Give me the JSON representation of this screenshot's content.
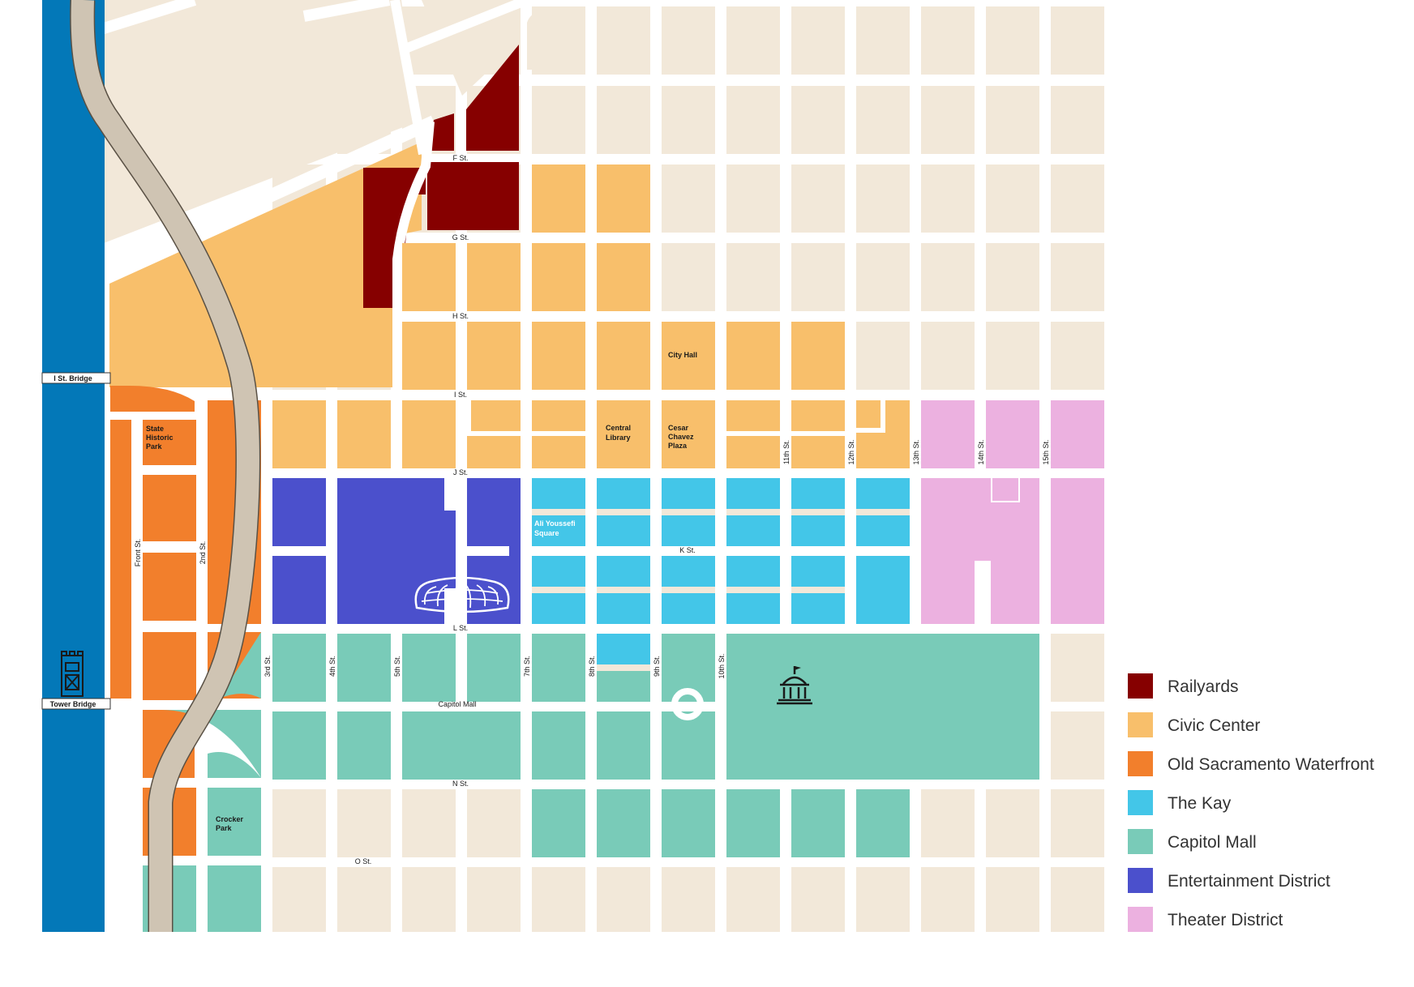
{
  "colors": {
    "background": "#ffffff",
    "block": "#f2e8d9",
    "river": "#0378b8",
    "freeway": "#cfc4b3",
    "railyards": "#860000",
    "civic_center": "#f8bf6b",
    "old_sacramento": "#f27f2c",
    "the_kay": "#43c6e8",
    "capitol_mall": "#79cbb8",
    "entertainment": "#4b50cc",
    "theater": "#ecb1e0",
    "icon": "#1a1a1a"
  },
  "streets": {
    "f": "F St.",
    "g": "G St.",
    "h": "H St.",
    "i": "I St.",
    "j": "J St.",
    "k": "K St.",
    "l": "L St.",
    "capitol_mall": "Capitol Mall",
    "n": "N St.",
    "o": "O St.",
    "front": "Front St.",
    "s2": "2nd St.",
    "s3": "3rd St.",
    "s4": "4th St.",
    "s5": "5th St.",
    "s7": "7th St.",
    "s8": "8th St.",
    "s9": "9th St.",
    "s10": "10th St.",
    "s11": "11th St.",
    "s12": "12th St.",
    "s13": "13th St.",
    "s14": "14th St.",
    "s15": "15th St."
  },
  "bridges": {
    "i_st": "I St. Bridge",
    "tower": "Tower Bridge"
  },
  "landmarks": {
    "state_historic_park": [
      "State",
      "Historic",
      "Park"
    ],
    "city_hall": "City Hall",
    "central_library": [
      "Central",
      "Library"
    ],
    "cesar_chavez": [
      "Cesar",
      "Chavez",
      "Plaza"
    ],
    "ali_youssefi": [
      "Ali Youssefi",
      "Square"
    ],
    "crocker_park": [
      "Crocker",
      "Park"
    ]
  },
  "icons": {
    "tower_bridge": "tower-bridge-icon",
    "arena": "arena-icon",
    "capitol": "capitol-building-icon"
  },
  "legend": [
    {
      "label": "Railyards",
      "color": "#860000"
    },
    {
      "label": "Civic Center",
      "color": "#f8bf6b"
    },
    {
      "label": "Old Sacramento Waterfront",
      "color": "#f27f2c"
    },
    {
      "label": "The Kay",
      "color": "#43c6e8"
    },
    {
      "label": "Capitol Mall",
      "color": "#79cbb8"
    },
    {
      "label": "Entertainment District",
      "color": "#4b50cc"
    },
    {
      "label": "Theater District",
      "color": "#ecb1e0"
    }
  ]
}
